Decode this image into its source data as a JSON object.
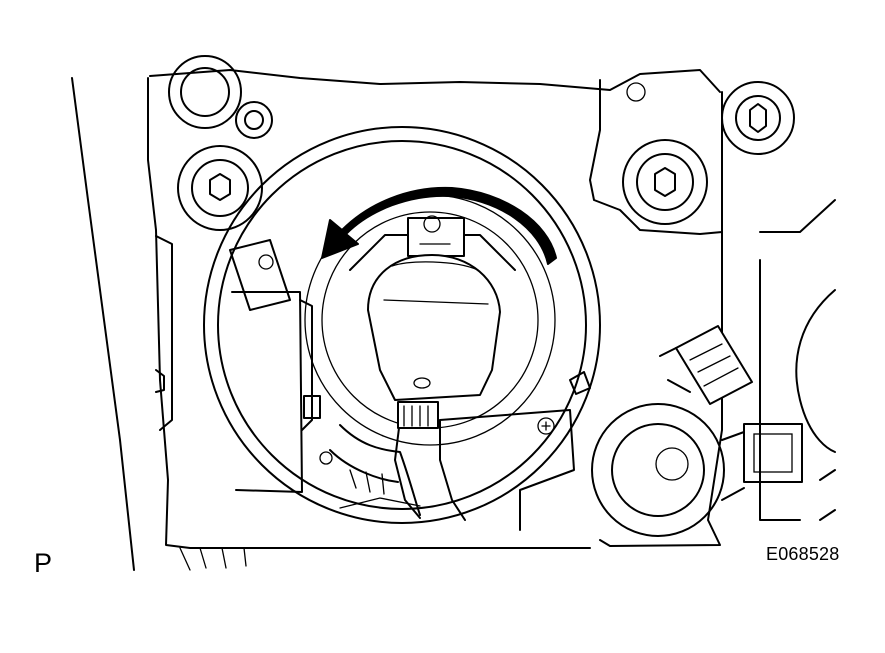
{
  "figure": {
    "view_label": "P",
    "figure_code": "E068528",
    "arrow_direction": "counterclockwise",
    "line_color": "#000000",
    "background_color": "#ffffff"
  }
}
